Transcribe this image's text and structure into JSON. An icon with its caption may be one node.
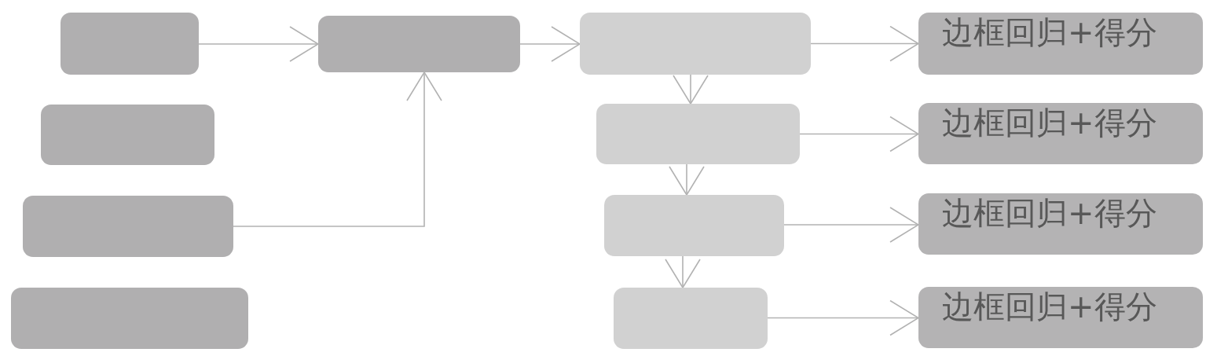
{
  "diagram": {
    "nodes": [
      {
        "text": [],
        "shape": "box"
      },
      {
        "text": [],
        "shape": "box"
      },
      {
        "text": [],
        "shape": "box"
      },
      {
        "text": [],
        "shape": "box"
      },
      {
        "text": [],
        "shape": "box"
      },
      {
        "text": [],
        "shape": "box"
      },
      {
        "text": [],
        "shape": "box"
      },
      {
        "text": [],
        "shape": "box"
      },
      {
        "text": [],
        "shape": "box"
      },
      {
        "text": [
          "边框回归+得分"
        ]
      },
      {
        "text": [
          "边框回归+得分"
        ]
      },
      {
        "text": [
          "边框回归+得分"
        ]
      },
      {
        "text": [
          "边框回归+得分"
        ]
      }
    ],
    "edges": [
      {
        "from": 0,
        "to": 4,
        "arrow": "to"
      },
      {
        "from": 2,
        "to": 4,
        "arrow": "to"
      },
      {
        "from": 4,
        "to": 5,
        "arrow": "to"
      },
      {
        "from": 5,
        "to": 9,
        "arrow": "to"
      },
      {
        "from": 5,
        "to": 6,
        "arrow": "to"
      },
      {
        "from": 6,
        "to": 10,
        "arrow": "to"
      },
      {
        "from": 6,
        "to": 7,
        "arrow": "to"
      },
      {
        "from": 7,
        "to": 11,
        "arrow": "to"
      },
      {
        "from": 7,
        "to": 8,
        "arrow": "to"
      },
      {
        "from": 8,
        "to": 12,
        "arrow": "to"
      }
    ]
  }
}
